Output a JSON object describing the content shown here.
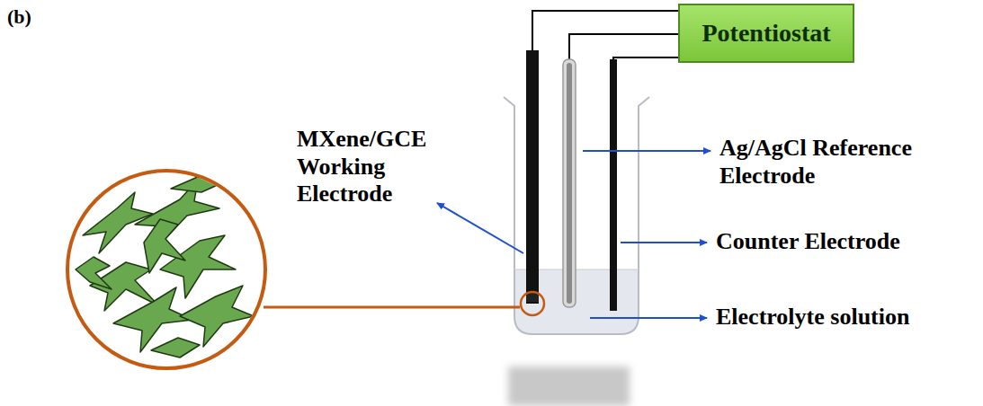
{
  "diagram": {
    "nodes": [
      {
        "text": [
          "Potentiostat"
        ]
      }
    ],
    "labels": [
      "(b)",
      "MXene/GCE Working Electrode",
      "Ag/AgCl Reference Electrode",
      "Counter Electrode",
      "Electrolyte solution"
    ]
  }
}
